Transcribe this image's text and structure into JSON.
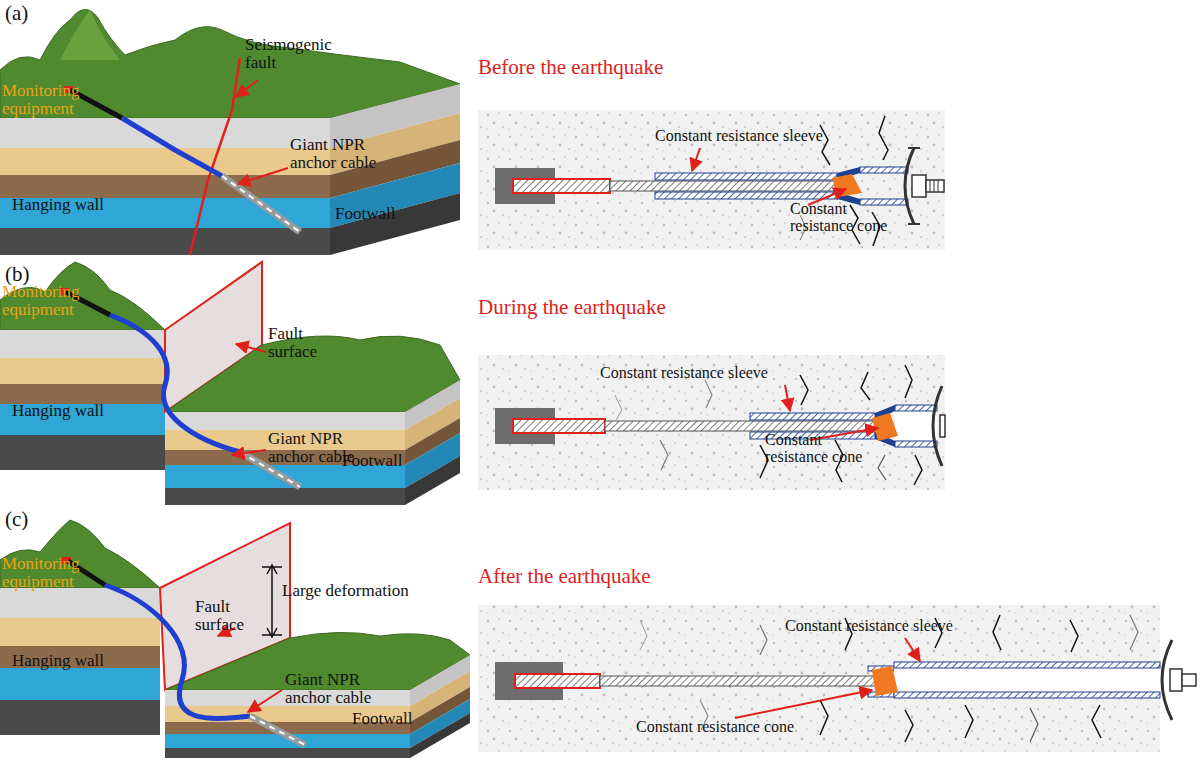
{
  "diagram": {
    "labels": [
      "(a)",
      "Monitoring equipment",
      "Seismogenic fault",
      "Giant NPR anchor cable",
      "Hanging wall",
      "Footwall",
      "Before the earthquake",
      "Constant resistance sleeve",
      "Constant resistance cone",
      "(b)",
      "Monitoring equipment",
      "Fault surface",
      "Hanging wall",
      "Giant NPR anchor cable",
      "Footwall",
      "During the earthquake",
      "Constant resistance sleeve",
      "Constant resistance cone",
      "(c)",
      "Monitoring equipment",
      "Fault surface",
      "Large deformation",
      "Hanging wall",
      "Giant NPR anchor cable",
      "Footwall",
      "After the earthquake",
      "Constant resistance sleeve",
      "Constant resistance cone"
    ]
  }
}
